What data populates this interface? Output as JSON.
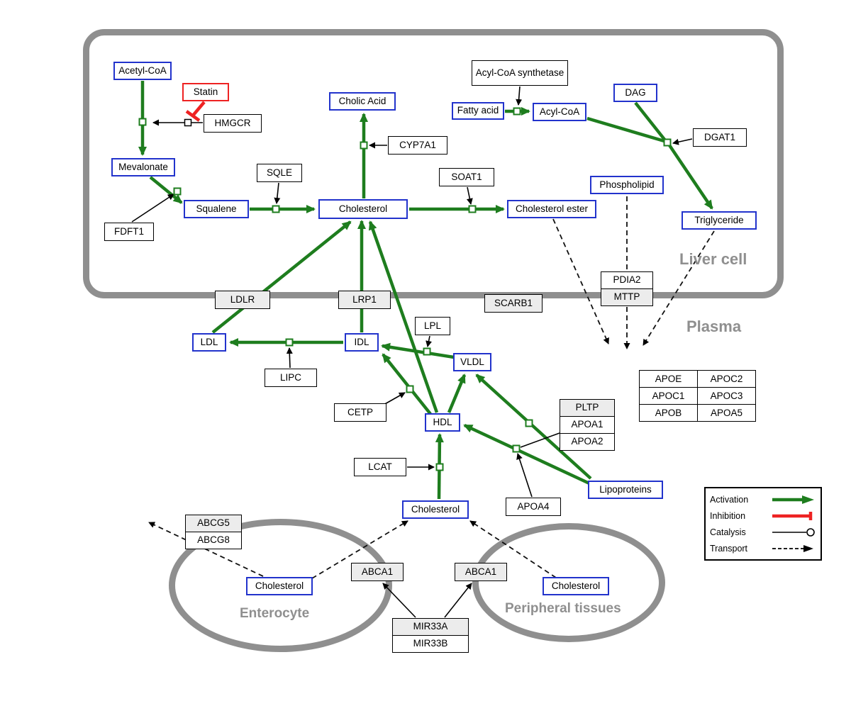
{
  "compartments": {
    "liver_cell": "Liver cell",
    "plasma": "Plasma",
    "enterocyte": "Enterocyte",
    "peripheral_tissues": "Peripheral tissues"
  },
  "nodes": {
    "acetyl_coa": "Acetyl-CoA",
    "statin": "Statin",
    "hmgcr": "HMGCR",
    "mevalonate": "Mevalonate",
    "fdft1": "FDFT1",
    "squalene": "Squalene",
    "sqle": "SQLE",
    "cholesterol_liver": "Cholesterol",
    "cholic_acid": "Cholic Acid",
    "cyp7a1": "CYP7A1",
    "soat1": "SOAT1",
    "cholesterol_ester": "Cholesterol ester",
    "fatty_acid": "Fatty acid",
    "acyl_coa_synthetase": "Acyl-CoA synthetase",
    "acyl_coa": "Acyl-CoA",
    "dag": "DAG",
    "dgat1": "DGAT1",
    "phospholipid": "Phospholipid",
    "triglyceride": "Triglyceride",
    "pdia2": "PDIA2",
    "mttp": "MTTP",
    "ldlr": "LDLR",
    "lrp1": "LRP1",
    "scarb1": "SCARB1",
    "ldl": "LDL",
    "idl": "IDL",
    "vldl": "VLDL",
    "lpl": "LPL",
    "lipc": "LIPC",
    "cetp": "CETP",
    "hdl": "HDL",
    "lcat": "LCAT",
    "pltp": "PLTP",
    "apoa1": "APOA1",
    "apoa2": "APOA2",
    "apoa4": "APOA4",
    "lipoproteins": "Lipoproteins",
    "cholesterol_plasma": "Cholesterol",
    "abcg5": "ABCG5",
    "abcg8": "ABCG8",
    "cholesterol_enterocyte": "Cholesterol",
    "abca1_left": "ABCA1",
    "abca1_right": "ABCA1",
    "cholesterol_peripheral": "Cholesterol",
    "mir33a": "MIR33A",
    "mir33b": "MIR33B",
    "apo_table": [
      [
        "APOE",
        "APOC2"
      ],
      [
        "APOC1",
        "APOC3"
      ],
      [
        "APOB",
        "APOA5"
      ]
    ]
  },
  "legend": {
    "activation": "Activation",
    "inhibition": "Inhibition",
    "catalysis": "Catalysis",
    "transport": "Transport"
  },
  "colors": {
    "activation": "#1e7d1e",
    "inhibition": "#ee2222",
    "metabolite": "#2233cc",
    "compartment": "#8f8f8f"
  }
}
